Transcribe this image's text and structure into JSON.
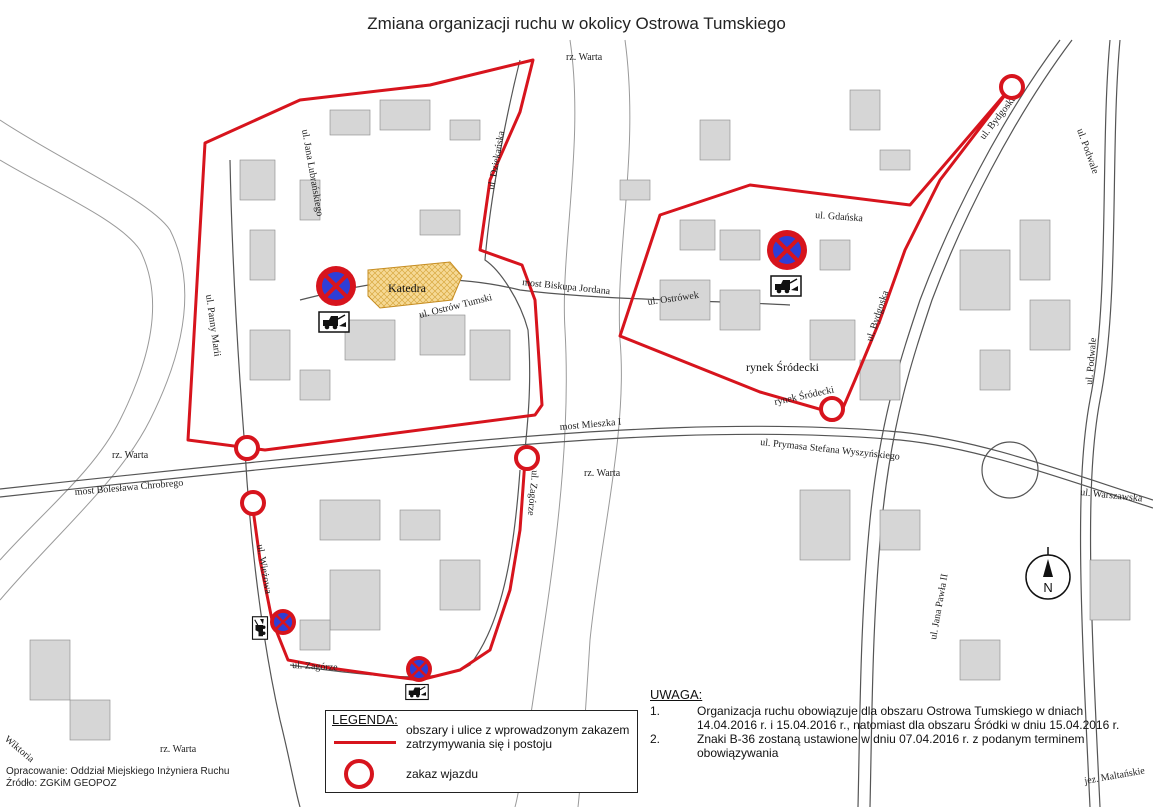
{
  "title": "Zmiana organizacji ruchu w okolicy Ostrowa Tumskiego",
  "colors": {
    "restricted_zone": "#d7141d",
    "no_stopping_sign_fill": "#2e3ed6",
    "cathedral_fill": "#f3d28c",
    "buildings": "#d6d6d6"
  },
  "streets": {
    "dziekanska": "ul. Dziekańska",
    "lubranskiego": "ul. Jana Lubrańskiego",
    "ostrow_tumski": "ul. Ostrów Tumski",
    "panny_marii": "ul. Panny Marii",
    "most_jordana": "most Biskupa Jordana",
    "ostrowek": "ul. Ostrówek",
    "gdanska": "ul. Gdańska",
    "bydgoska_upper": "ul. Bydgoska",
    "bydgoska_lower": "ul. Bydgoska",
    "podwale_upper": "ul. Podwale",
    "podwale_lower": "ul. Podwale",
    "rynek_srodecki_street": "rynek Śródecki",
    "most_mieszka": "most Mieszka I",
    "prymasa": "ul. Prymasa Stefana Wyszyńskiego",
    "most_chrobrego": "most Bolesława Chrobrego",
    "wiezowa": "ul. Wieżowa",
    "zagorze_vertical": "ul. Zagórze",
    "zagorze_horizontal": "ul. Zagórze",
    "warszawska": "ul. Warszawska",
    "jana_pawla": "ul. Jana Pawła II",
    "jez_maltanskie": "jez. Maltańskie",
    "wiktoria": "Wiktoria"
  },
  "places": {
    "katedra": "Katedra",
    "rynek_srodecki": "rynek Śródecki"
  },
  "rivers": {
    "warta_top": "rz. Warta",
    "warta_left": "rz. Warta",
    "warta_mid": "rz. Warta",
    "warta_bottom": "rz. Warta"
  },
  "compass": {
    "north_label": "N"
  },
  "legend": {
    "title": "LEGENDA:",
    "zone_label": "obszary i ulice z wprowadzonym zakazem zatrzymywania się i postoju",
    "no_entry_label": "zakaz wjazdu"
  },
  "credits": {
    "line1": "Opracowanie: Oddział Miejskiego Inżyniera Ruchu",
    "line2": "Źródło: ZGKiM GEOPOZ"
  },
  "notes": {
    "title": "UWAGA:",
    "items": [
      {
        "num": "1.",
        "text": "Organizacja ruchu obowiązuje dla obszaru Ostrowa Tumskiego w dniach 14.04.2016 r. i 15.04.2016 r., natomiast dla obszaru Śródki w dniu 15.04.2016 r."
      },
      {
        "num": "2.",
        "text": "Znaki B-36 zostaną ustawione w dniu 07.04.2016 r. z podanym terminem obowiązywania"
      }
    ]
  },
  "icons": {
    "no_stopping": "no-stopping-sign-icon",
    "no_entry": "no-entry-sign-icon",
    "tow_truck": "tow-truck-icon",
    "compass": "compass-icon"
  }
}
